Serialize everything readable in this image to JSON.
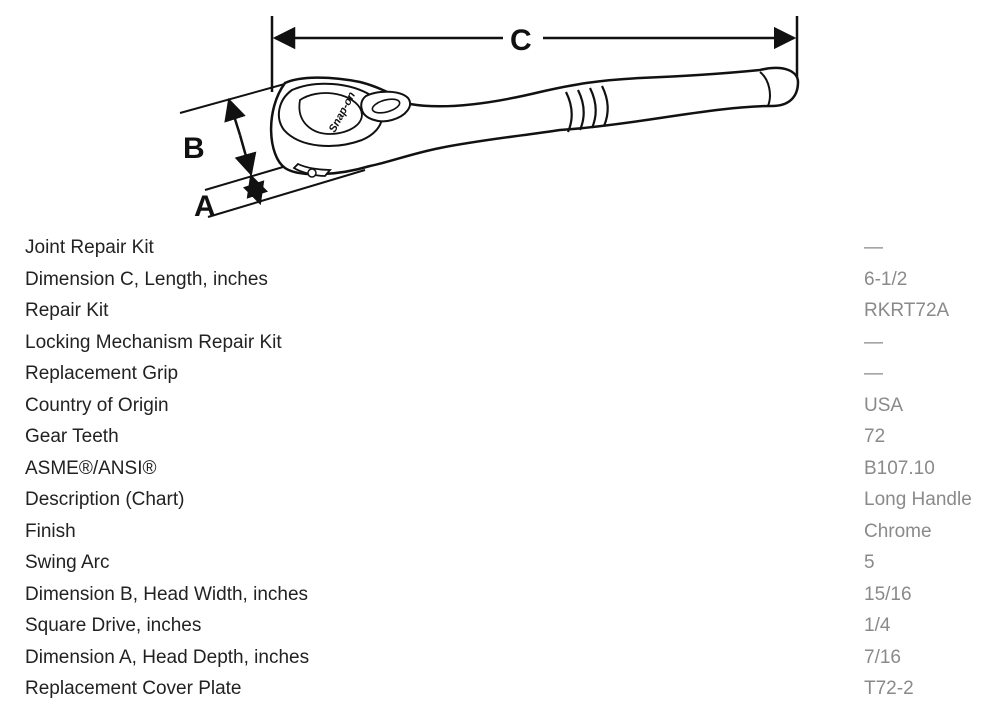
{
  "diagram": {
    "labels": {
      "a": "A",
      "b": "B",
      "c": "C"
    },
    "brand_mark": "Snap-on",
    "colors": {
      "line": "#111111",
      "fill": "#ffffff"
    }
  },
  "specs": [
    {
      "label": "Joint Repair Kit",
      "value": "—"
    },
    {
      "label": "Dimension C, Length, inches",
      "value": "6-1/2"
    },
    {
      "label": "Repair Kit",
      "value": "RKRT72A"
    },
    {
      "label": "Locking Mechanism Repair Kit",
      "value": "—"
    },
    {
      "label": "Replacement Grip",
      "value": "—"
    },
    {
      "label": "Country of Origin",
      "value": "USA"
    },
    {
      "label": "Gear Teeth",
      "value": "72"
    },
    {
      "label": "ASME®/ANSI®",
      "value": "B107.10"
    },
    {
      "label": "Description (Chart)",
      "value": "Long Handle"
    },
    {
      "label": "Finish",
      "value": "Chrome"
    },
    {
      "label": "Swing Arc",
      "value": "5"
    },
    {
      "label": "Dimension B, Head Width, inches",
      "value": "15/16"
    },
    {
      "label": "Square Drive, inches",
      "value": "1/4"
    },
    {
      "label": "Dimension A, Head Depth, inches",
      "value": "7/16"
    },
    {
      "label": "Replacement Cover Plate",
      "value": "T72-2"
    }
  ]
}
